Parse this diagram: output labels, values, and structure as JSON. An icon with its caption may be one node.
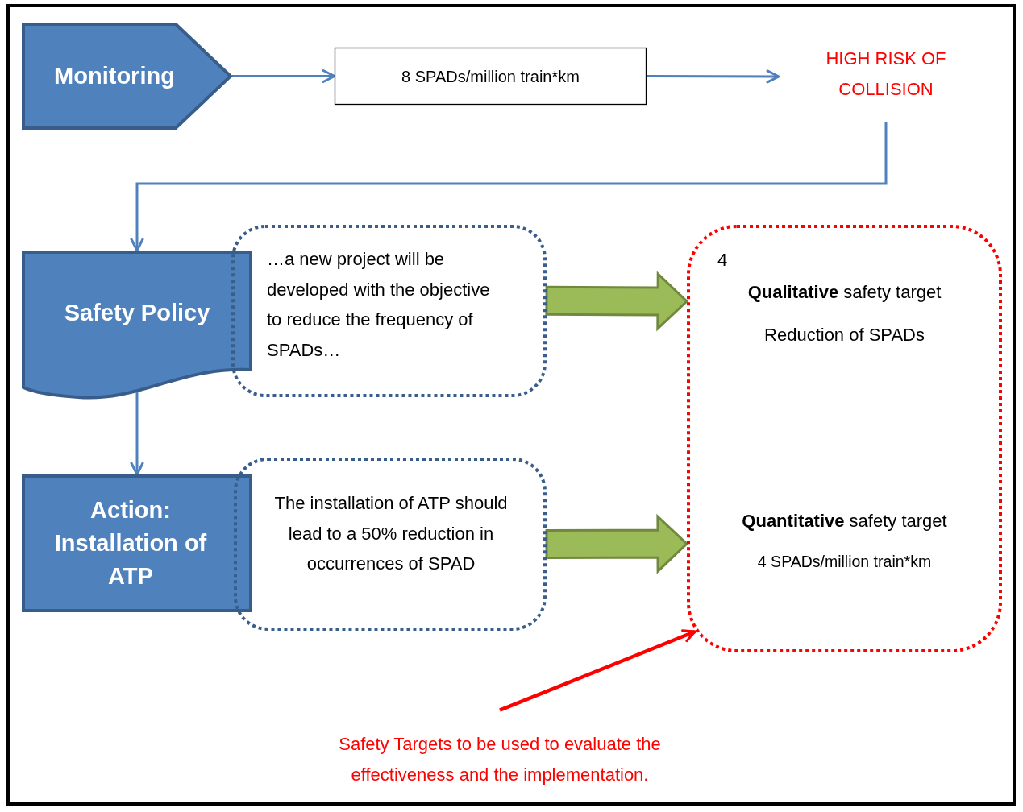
{
  "diagram": {
    "nodes": [
      {
        "text": [
          "Monitoring"
        ]
      },
      {
        "text": [
          "8 SPADs/million train*km"
        ]
      },
      {
        "text": [
          "HIGH RISK OF COLLISION"
        ]
      },
      {
        "text": [
          "Safety Policy"
        ]
      },
      {
        "text": [
          "…a new project will be developed with the objective to reduce the frequency of SPADs…"
        ]
      },
      {
        "text": [
          "Action: Installation of ATP"
        ]
      },
      {
        "text": [
          "The installation of ATP should lead to a 50% reduction in occurrences of SPAD"
        ]
      },
      {
        "text": [
          "4",
          "**Qualitative** safety target",
          "Reduction of SPADs",
          "**Quantitative** safety target",
          "4 SPADs/million train*km"
        ]
      },
      {
        "text": [
          "Safety Targets to be used to evaluate the effectiveness and the implementation."
        ]
      }
    ],
    "edges": [
      {
        "from": 0,
        "to": 1,
        "arrow": "to"
      },
      {
        "from": 1,
        "to": 2,
        "arrow": "to"
      },
      {
        "from": 2,
        "to": 3,
        "arrow": "to"
      },
      {
        "from": 3,
        "to": 5,
        "arrow": "to"
      },
      {
        "from": 4,
        "to": 7,
        "arrow": "to",
        "style": "thick",
        "color": "#9bbb59"
      },
      {
        "from": 6,
        "to": 7,
        "arrow": "to",
        "style": "thick",
        "color": "#9bbb59"
      },
      {
        "from": 8,
        "to": 7,
        "arrow": "to",
        "color": "#ff0000"
      }
    ]
  }
}
